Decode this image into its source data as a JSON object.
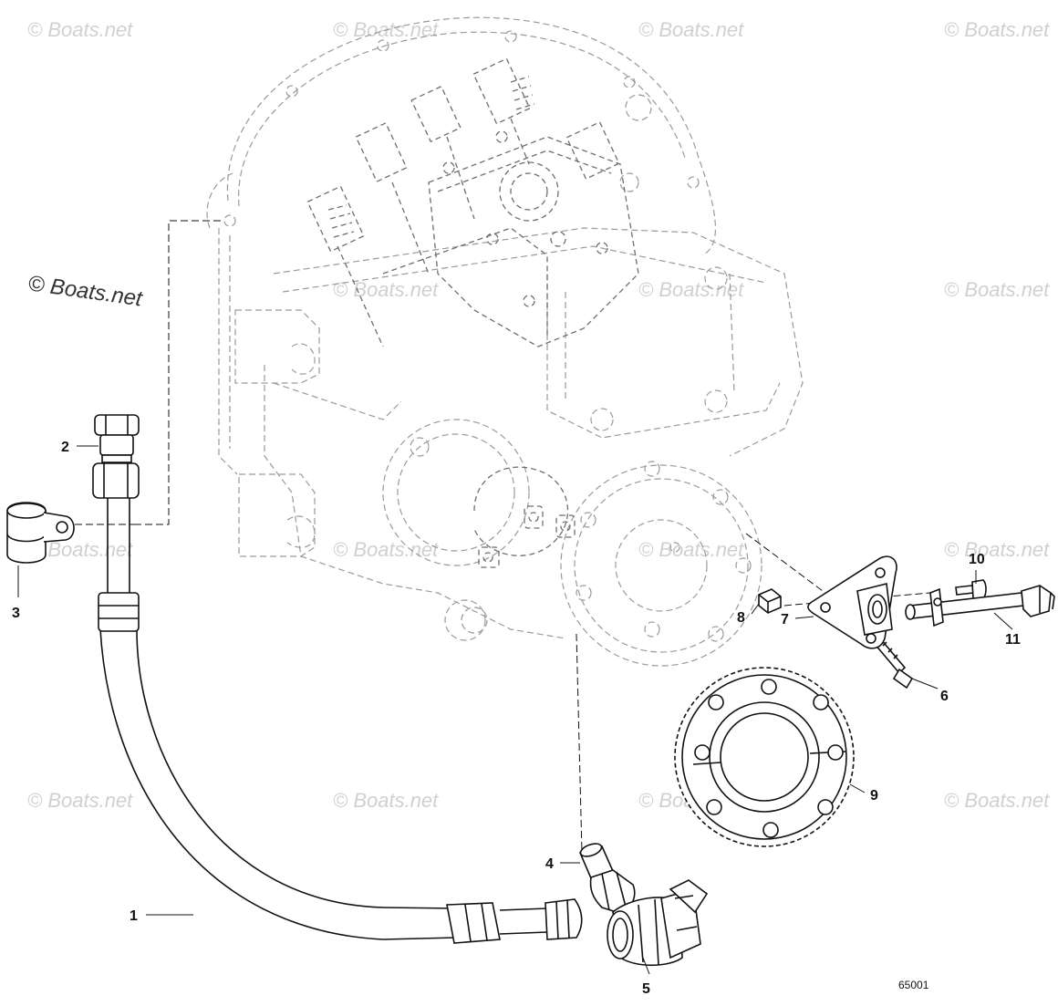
{
  "watermark": {
    "text": "© Boats.net",
    "featured_text": "© Boats.net"
  },
  "callouts": [
    {
      "id": "1",
      "label": "1"
    },
    {
      "id": "2",
      "label": "2"
    },
    {
      "id": "3",
      "label": "3"
    },
    {
      "id": "4",
      "label": "4"
    },
    {
      "id": "5",
      "label": "5"
    },
    {
      "id": "6",
      "label": "6"
    },
    {
      "id": "7",
      "label": "7"
    },
    {
      "id": "8",
      "label": "8"
    },
    {
      "id": "9",
      "label": "9"
    },
    {
      "id": "10",
      "label": "10"
    },
    {
      "id": "11",
      "label": "11"
    }
  ],
  "figure_number": "65001",
  "colors": {
    "ink": "#111111",
    "ghost": "#9a9a9a",
    "watermark": "#d0d0d0"
  }
}
